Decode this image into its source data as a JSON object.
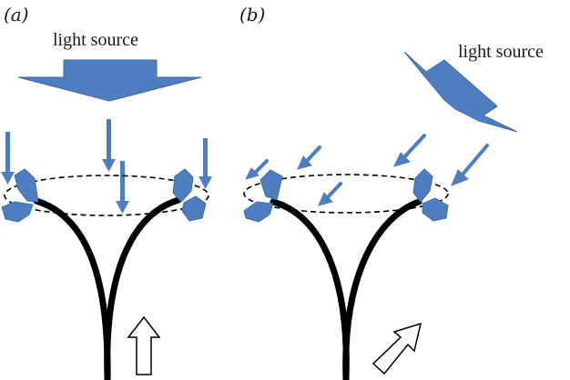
{
  "panels": {
    "a": {
      "label": "(a)",
      "source_label": "light source"
    },
    "b": {
      "label": "(b)",
      "source_label": "light source"
    }
  },
  "colors": {
    "light_blue": "#4f7ec0",
    "light_blue_edge": "#3d6aa8",
    "stem": "#000000",
    "growth_arrow_fill": "#ffffff",
    "growth_arrow_stroke": "#000000",
    "dashed_ring": "#000000"
  },
  "icons": {
    "big_source_arrow": "down-arrow-icon",
    "tilted_source_arrow": "diagonal-arrow-icon",
    "growth_arrow": "hollow-arrow-icon"
  }
}
